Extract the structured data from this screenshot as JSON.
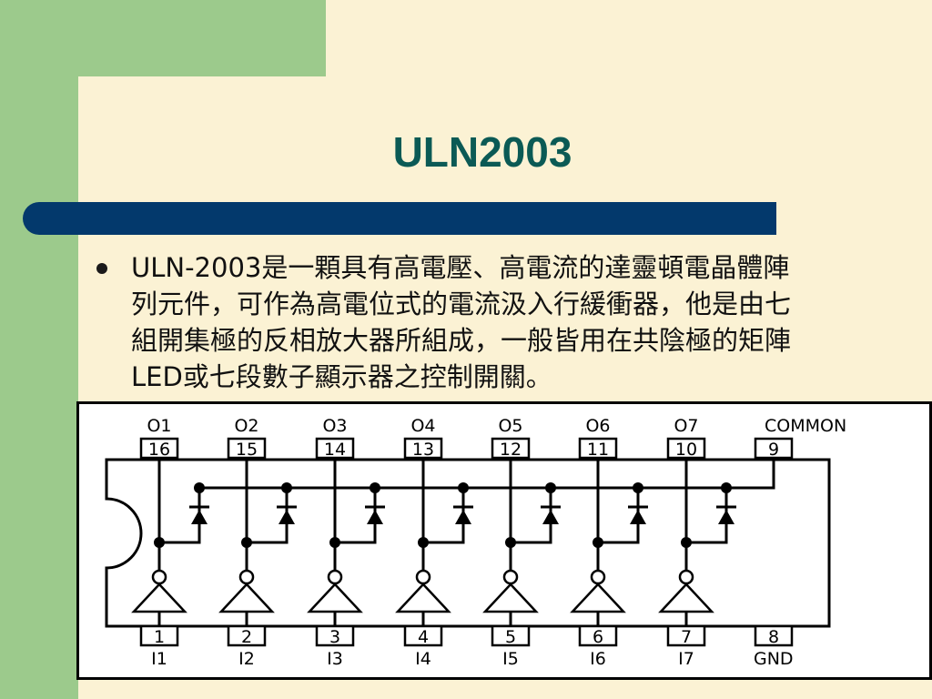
{
  "slide": {
    "title": "ULN2003",
    "bullet_lines": [
      "ULN-2003是一顆具有高電壓、高電流的達靈頓電晶體陣",
      "列元件，可作為高電位式的電流汲入行緩衝器，他是由七",
      "組開集極的反相放大器所組成，一般皆用在共陰極的矩陣",
      "LED或七段數子顯示器之控制開關。"
    ]
  },
  "diagram": {
    "top_labels": [
      "O1",
      "O2",
      "O3",
      "O4",
      "O5",
      "O6",
      "O7",
      "COMMON"
    ],
    "top_pins": [
      "16",
      "15",
      "14",
      "13",
      "12",
      "11",
      "10",
      "9"
    ],
    "bottom_pins": [
      "1",
      "2",
      "3",
      "4",
      "5",
      "6",
      "7",
      "8"
    ],
    "bottom_labels": [
      "I1",
      "I2",
      "I3",
      "I4",
      "I5",
      "I6",
      "I7",
      "GND"
    ]
  },
  "colors": {
    "green": "#9cca8c",
    "parchment": "#fbf2d4",
    "title": "#0b5a55",
    "bar": "#03396c"
  }
}
